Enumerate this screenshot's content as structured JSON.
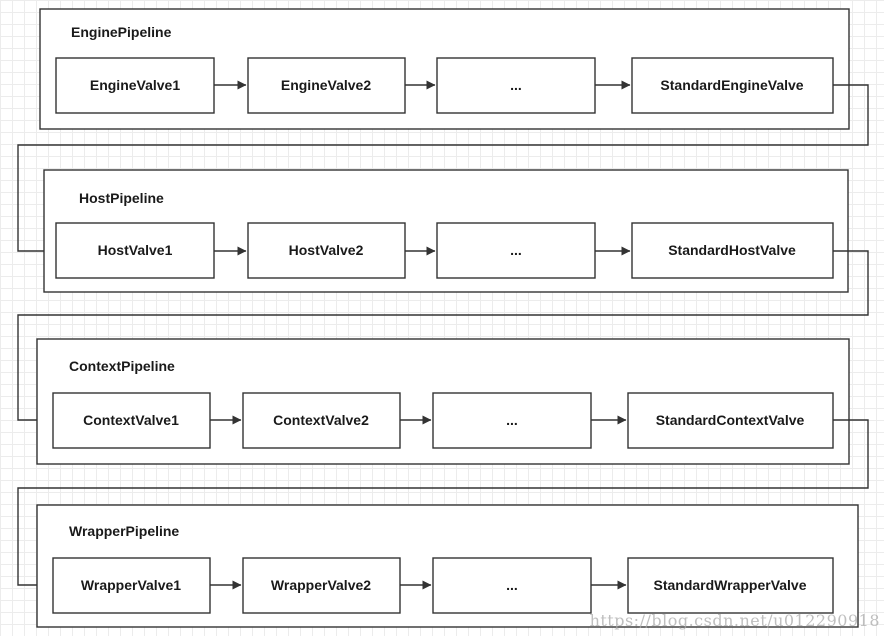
{
  "pipelines": [
    {
      "name": "EnginePipeline",
      "valves": [
        "EngineValve1",
        "EngineValve2",
        "...",
        "StandardEngineValve"
      ]
    },
    {
      "name": "HostPipeline",
      "valves": [
        "HostValve1",
        "HostValve2",
        "...",
        "StandardHostValve"
      ]
    },
    {
      "name": "ContextPipeline",
      "valves": [
        "ContextValve1",
        "ContextValve2",
        "...",
        "StandardContextValve"
      ]
    },
    {
      "name": "WrapperPipeline",
      "valves": [
        "WrapperValve1",
        "WrapperValve2",
        "...",
        "StandardWrapperValve"
      ]
    }
  ],
  "watermark": "https://blog.csdn.net/u012290918"
}
